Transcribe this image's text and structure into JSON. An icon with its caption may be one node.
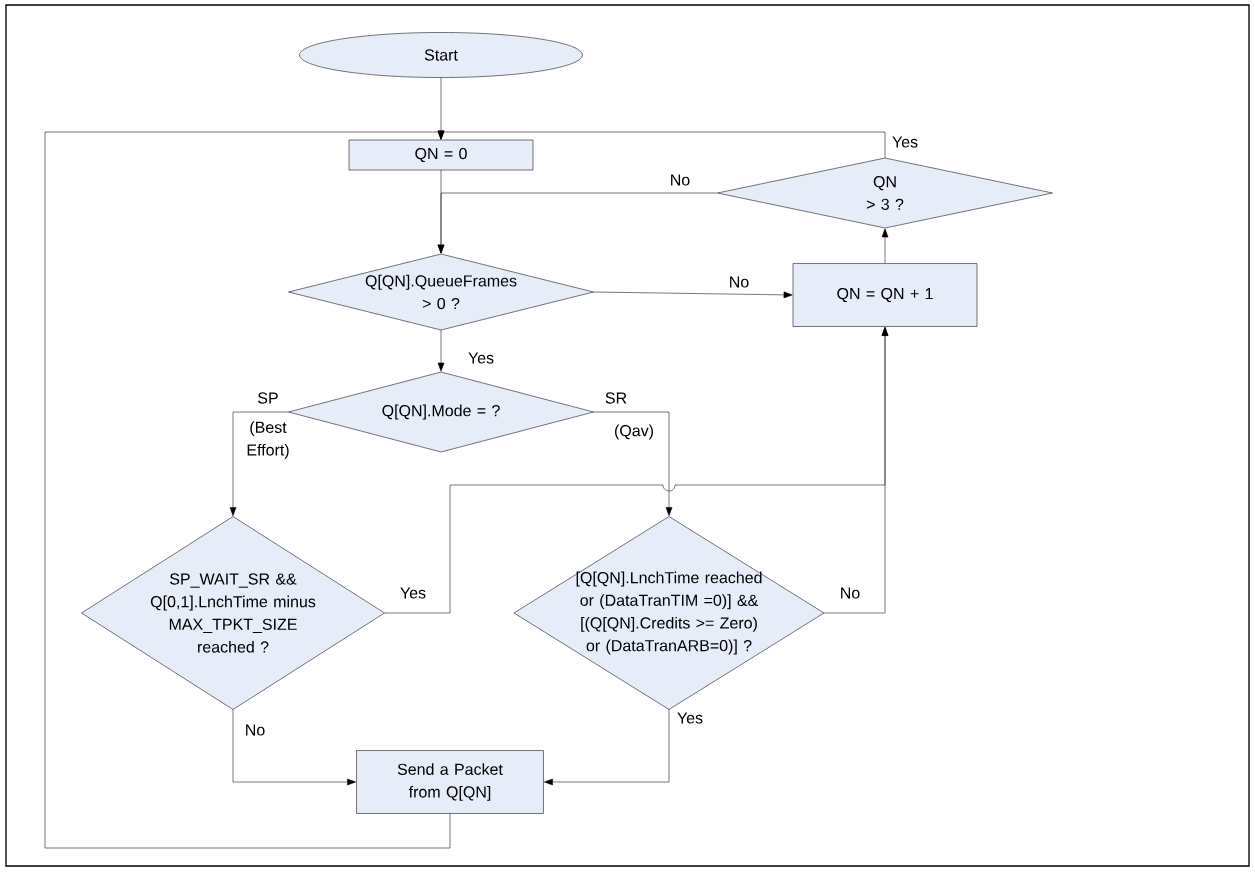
{
  "diagram": {
    "nodes": [
      {
        "text": [
          "Start"
        ]
      },
      {
        "text": [
          "QN = 0"
        ]
      },
      {
        "text": [
          "QN > 3 ?"
        ]
      },
      {
        "text": [
          "Q[QN].QueueFrames > 0 ?"
        ]
      },
      {
        "text": [
          "QN = QN + 1"
        ]
      },
      {
        "text": [
          "Q[QN].Mode = ?"
        ]
      },
      {
        "text": [
          "SP_WAIT_SR && Q[0,1].LnchTime minus MAX_TPKT_SIZE reached ?"
        ]
      },
      {
        "text": [
          "[Q[QN].LnchTime reached or (DataTranTIM =0)] && [(Q[QN].Credits >= Zero) or (DataTranARB=0)] ?"
        ]
      },
      {
        "text": [
          "Send a Packet from Q[QN]"
        ]
      }
    ],
    "edges": [
      {
        "from": 0,
        "to": 1,
        "arrow": "to"
      },
      {
        "from": 1,
        "to": 3,
        "arrow": "to"
      },
      {
        "from": 3,
        "to": 4,
        "arrow": "to",
        "label": "No"
      },
      {
        "from": 4,
        "to": 2,
        "arrow": "to"
      },
      {
        "from": 2,
        "to": 1,
        "arrow": "to",
        "label": "Yes"
      },
      {
        "from": 2,
        "to": 3,
        "arrow": "to",
        "label": "No"
      },
      {
        "from": 3,
        "to": 5,
        "arrow": "to",
        "label": "Yes"
      },
      {
        "from": 5,
        "to": 6,
        "arrow": "to",
        "label": "SP"
      },
      {
        "from": 5,
        "to": 7,
        "arrow": "to",
        "label": "SR"
      },
      {
        "from": 6,
        "to": 4,
        "arrow": "to",
        "label": "Yes"
      },
      {
        "from": 7,
        "to": 4,
        "arrow": "to",
        "label": "No"
      },
      {
        "from": 6,
        "to": 8,
        "arrow": "to",
        "label": "No"
      },
      {
        "from": 7,
        "to": 8,
        "arrow": "to",
        "label": "Yes"
      },
      {
        "from": 8,
        "to": 1,
        "arrow": "to"
      }
    ],
    "labels": [
      "(Best Effort)",
      "(Qav)"
    ]
  }
}
